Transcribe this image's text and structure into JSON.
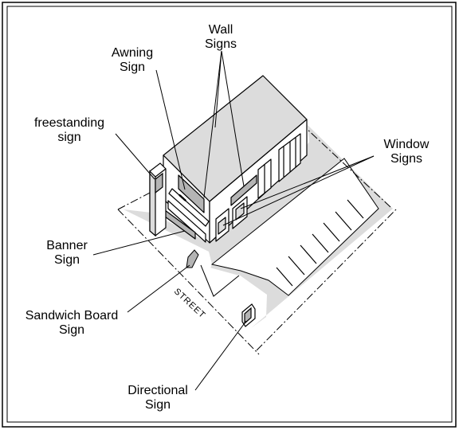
{
  "labels": {
    "wall_signs": "Wall\nSigns",
    "awning_sign": "Awning\nSign",
    "freestanding_sign": "freestanding\nsign",
    "window_signs": "Window\nSigns",
    "banner_sign": "Banner\nSign",
    "sandwich_board_sign": "Sandwich Board\nSign",
    "directional_sign": "Directional\nSign",
    "street": "STREET"
  },
  "colors": {
    "shade": "#dcdcdc",
    "dark_shade": "#b4b4b4",
    "ink": "#000000",
    "background": "#ffffff"
  }
}
